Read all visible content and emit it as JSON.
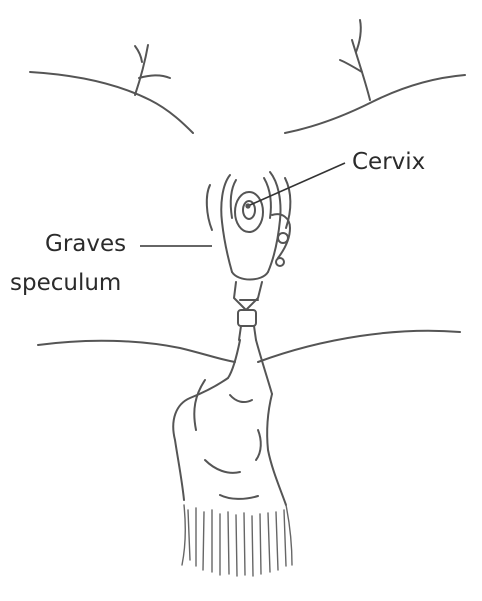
{
  "labels": {
    "cervix": "Cervix",
    "graves_line1": "Graves",
    "graves_line2": "speculum"
  },
  "colors": {
    "ink": "#555555",
    "label_text": "#2b2b2b",
    "shade": "#bdbdbd"
  }
}
